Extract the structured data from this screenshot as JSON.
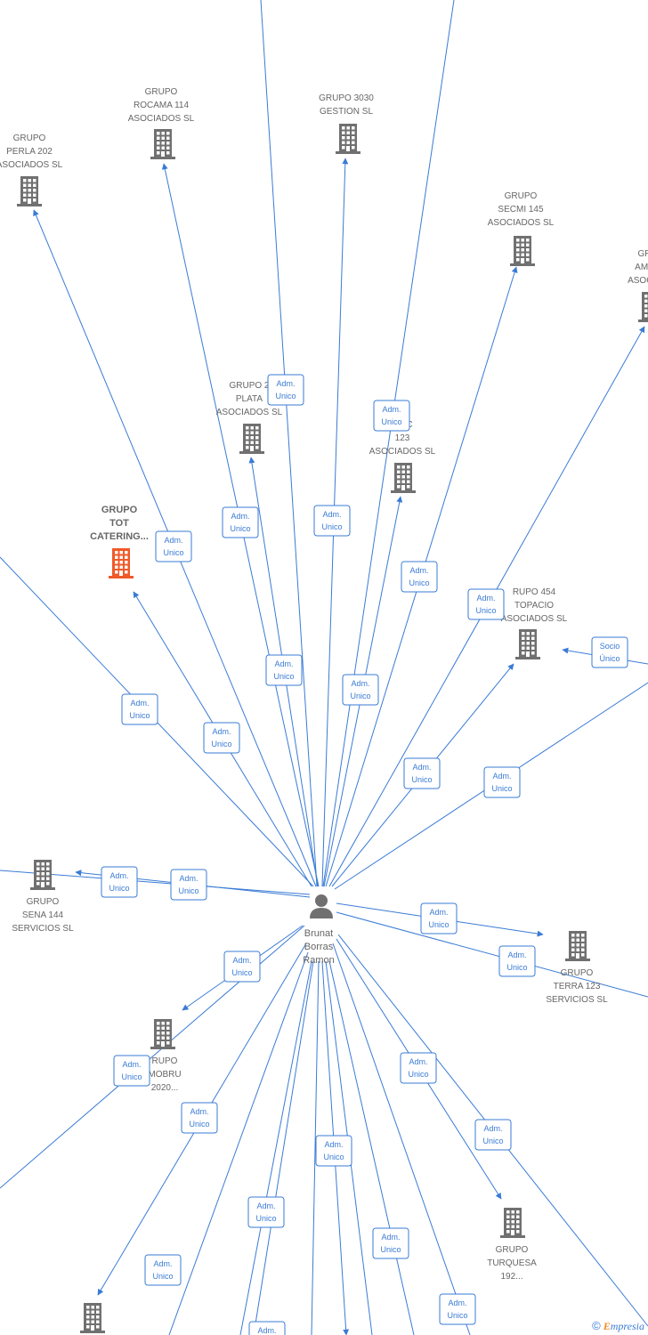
{
  "colors": {
    "edge": "#3a7bd5",
    "building": "#707070",
    "focus_building": "#f05a28",
    "label": "#666666",
    "brand_accent": "#f08a24"
  },
  "center": {
    "name_lines": [
      "Brunat",
      "Borras",
      "Ramon"
    ],
    "icon": "person-icon"
  },
  "companies": [
    {
      "id": "perla",
      "lines": [
        "GRUPO",
        "PERLA 202",
        "ASOCIADOS  SL"
      ]
    },
    {
      "id": "rocama",
      "lines": [
        "GRUPO",
        "ROCAMA 114",
        "ASOCIADOS  SL"
      ]
    },
    {
      "id": "g3030",
      "lines": [
        "GRUPO 3030",
        "GESTION  SL"
      ]
    },
    {
      "id": "secmi",
      "lines": [
        "GRUPO",
        "SECMI 145",
        "ASOCIADOS  SL"
      ]
    },
    {
      "id": "amb",
      "lines": [
        "GR",
        "AMB",
        "ASOCIA"
      ]
    },
    {
      "id": "plata",
      "lines": [
        "GRUPO 2",
        "PLATA",
        "ASOCIADOS  SL"
      ]
    },
    {
      "id": "zinc",
      "lines": [
        "ZINC",
        "123",
        "ASOCIADOS  SL"
      ]
    },
    {
      "id": "tot",
      "lines": [
        "GRUPO",
        "TOT",
        "CATERING..."
      ],
      "focus": true
    },
    {
      "id": "topacio",
      "lines": [
        "RUPO 454",
        "TOPACIO",
        "ASOCIADOS  SL"
      ]
    },
    {
      "id": "sena",
      "lines": [
        "GRUPO",
        "SENA 144",
        "SERVICIOS  SL"
      ]
    },
    {
      "id": "terra",
      "lines": [
        "GRUPO",
        "TERRA 123",
        "SERVICIOS  SL"
      ]
    },
    {
      "id": "mobru",
      "lines": [
        "RUPO",
        "MOBRU",
        "2020..."
      ]
    },
    {
      "id": "turquesa",
      "lines": [
        "GRUPO",
        "TURQUESA",
        "192..."
      ]
    },
    {
      "id": "bottom",
      "lines": []
    }
  ],
  "badges": [
    {
      "lines": [
        "Adm.",
        "Unico"
      ]
    },
    {
      "lines": [
        "Adm.",
        "Unico"
      ]
    },
    {
      "lines": [
        "Adm.",
        "Unico"
      ]
    },
    {
      "lines": [
        "Adm.",
        "Unico"
      ]
    },
    {
      "lines": [
        "Adm.",
        "Unico"
      ]
    },
    {
      "lines": [
        "Adm.",
        "Unico"
      ]
    },
    {
      "lines": [
        "Adm.",
        "Unico"
      ]
    },
    {
      "lines": [
        "Adm.",
        "Unico"
      ]
    },
    {
      "lines": [
        "Adm.",
        "Unico"
      ]
    },
    {
      "lines": [
        "Adm.",
        "Unico"
      ]
    },
    {
      "lines": [
        "Adm.",
        "Unico"
      ]
    },
    {
      "lines": [
        "Adm.",
        "Unico"
      ]
    },
    {
      "lines": [
        "Adm.",
        "Unico"
      ]
    },
    {
      "lines": [
        "Adm.",
        "Unico"
      ]
    },
    {
      "lines": [
        "Adm.",
        "Unico"
      ]
    },
    {
      "lines": [
        "Socio",
        "Único"
      ]
    },
    {
      "lines": [
        "Adm.",
        "Unico"
      ]
    },
    {
      "lines": [
        "Adm.",
        "Unico"
      ]
    },
    {
      "lines": [
        "Adm.",
        "Unico"
      ]
    },
    {
      "lines": [
        "Adm.",
        "Unico"
      ]
    },
    {
      "lines": [
        "Adm.",
        "Unico"
      ]
    },
    {
      "lines": [
        "Adm.",
        "Unico"
      ]
    },
    {
      "lines": [
        "Adm.",
        "Unico"
      ]
    },
    {
      "lines": [
        "Adm.",
        "Unico"
      ]
    },
    {
      "lines": [
        "Adm.",
        "Unico"
      ]
    },
    {
      "lines": [
        "Adm.",
        "Unico"
      ]
    },
    {
      "lines": [
        "Adm.",
        "Unico"
      ]
    },
    {
      "lines": [
        "Adm.",
        "Unico"
      ]
    },
    {
      "lines": [
        "Adm.",
        "Unico"
      ]
    }
  ],
  "footer": {
    "copyright": "©",
    "brand_first": "E",
    "brand_rest": "mpresia"
  }
}
